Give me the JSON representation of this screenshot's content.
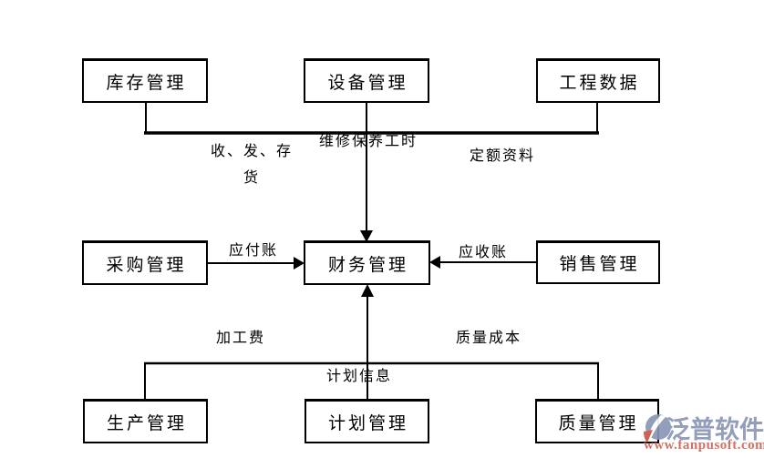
{
  "diagram": {
    "title": "",
    "nodes": [
      {
        "id": "inventory",
        "label": "库存管理"
      },
      {
        "id": "equipment",
        "label": "设备管理"
      },
      {
        "id": "engineering",
        "label": "工程数据"
      },
      {
        "id": "procurement",
        "label": "采购管理"
      },
      {
        "id": "finance",
        "label": "财务管理"
      },
      {
        "id": "sales",
        "label": "销售管理"
      },
      {
        "id": "production",
        "label": "生产管理"
      },
      {
        "id": "planning",
        "label": "计划管理"
      },
      {
        "id": "quality",
        "label": "质量管理"
      }
    ],
    "edge_labels": [
      {
        "id": "receipts",
        "text": "收、发、存货"
      },
      {
        "id": "maintenance",
        "text": "维修保养工时"
      },
      {
        "id": "quota",
        "text": "定额资料"
      },
      {
        "id": "payables",
        "text": "应付账"
      },
      {
        "id": "receivables",
        "text": "应收账"
      },
      {
        "id": "processing-fee",
        "text": "加工费"
      },
      {
        "id": "quality-cost",
        "text": "质量成本"
      },
      {
        "id": "plan-info",
        "text": "计划信息"
      }
    ],
    "edges": [
      {
        "from": "inventory",
        "to": "finance",
        "label": "收、发、存货"
      },
      {
        "from": "equipment",
        "to": "finance",
        "label": "维修保养工时"
      },
      {
        "from": "engineering",
        "to": "finance",
        "label": "定额资料"
      },
      {
        "from": "procurement",
        "to": "finance",
        "label": "应付账"
      },
      {
        "from": "sales",
        "to": "finance",
        "label": "应收账"
      },
      {
        "from": "production",
        "to": "finance",
        "label": "加工费"
      },
      {
        "from": "quality",
        "to": "finance",
        "label": "质量成本"
      },
      {
        "from": "planning",
        "to": "finance",
        "label": "计划信息"
      }
    ],
    "line_color": "#000000"
  },
  "watermark": {
    "brand": "泛普软件",
    "url": "www.fanpusoft.com",
    "colors": {
      "brand": "#8a96b5",
      "url": "#cd6757",
      "icon_blue": "#8a96b5",
      "icon_red": "#c8573f"
    }
  }
}
